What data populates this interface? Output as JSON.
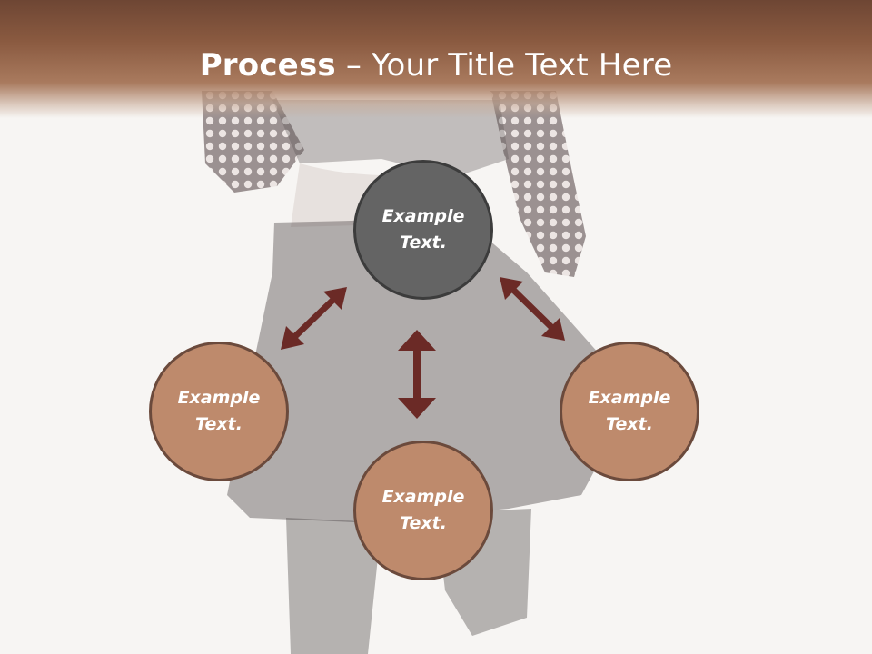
{
  "header": {
    "title_bold": "Process",
    "title_rest": " – Your Title Text Here"
  },
  "colors": {
    "header": "#8a5a40",
    "center_node": "#646464",
    "outer_node": "#be8a6c",
    "arrow": "#6b2a26"
  },
  "diagram": {
    "center": {
      "text": "Example Text."
    },
    "left": {
      "text": "Example Text."
    },
    "bottom": {
      "text": "Example Text."
    },
    "right": {
      "text": "Example Text."
    }
  }
}
